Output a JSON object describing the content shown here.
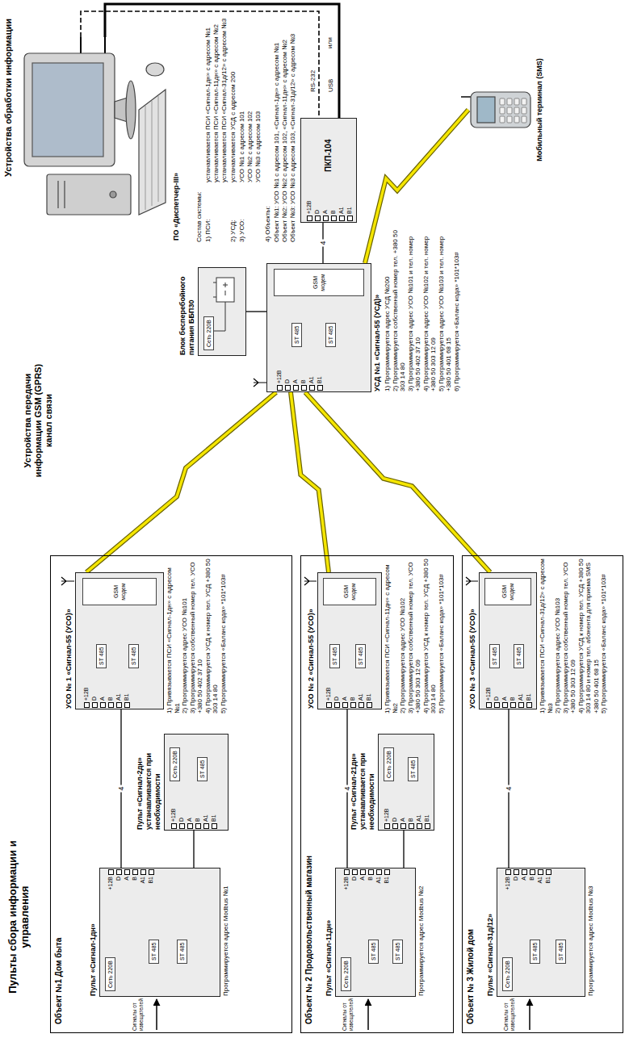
{
  "diagram": {
    "nodes": [
      {
        "text": [
          "Объект №1 Дом быта"
        ]
      },
      {
        "text": [
          "Пульт «Сигнал-1дн»",
          "Программируется адрес Modbus №1"
        ],
        "in": 0
      },
      {
        "text": [
          "Пульт «Сигнал-2дн» устанавливается при необходимости"
        ],
        "in": 0
      },
      {
        "text": [
          "УСО № 1 «Сигнал-55 (УСО)»",
          "1) Привязывается ПСИ «Сигнал-1дн» с адресом №1",
          "2) Программируется адрес УСО №101",
          "3) Программируется собственный номер тел. УСО +380 50 402 37 10",
          "4) Программируется УСД к номер тел. УСД +380 50 303 14 80",
          "5) Программируется «Баланс кода» *101*103#"
        ],
        "in": 0
      },
      {
        "text": [
          "Объект № 2 Продовольственный магазин"
        ]
      },
      {
        "text": [
          "Пульт «Сигнал-11дн»",
          "Программируется адрес Modbus №2"
        ],
        "in": 4
      },
      {
        "text": [
          "Пульт «Сигнал-21дн» устанавливается при необходимости"
        ],
        "in": 4
      },
      {
        "text": [
          "УСО № 2 «Сигнал-55 (УСО)»",
          "1) Привязывается ПСИ «Сигнал-11дн» с адресом №2",
          "2) Программируется адрес УСО №102",
          "3) Программируется собственный номер тел. УСО +380 50 303 12 09",
          "4) Программируется УСД к номер тел. УСД +380 50 303 14 80",
          "5) Программируется «Баланс кода» *101*103#"
        ],
        "in": 4
      },
      {
        "text": [
          "Объект № 3 Жилой дом"
        ]
      },
      {
        "text": [
          "Пульт «Сигнал-31д/12»",
          "Программируется адрес Modbus №3"
        ],
        "in": 8
      },
      {
        "text": [
          "УСО № 3 «Сигнал-55 (УСО)»",
          "1) Привязывается ПСИ «Сигнал-31д/12» с адресом №3",
          "2) Программируется адрес УСО №103",
          "3) Программируется собственный номер тел. УСО +380 50 303 12 09",
          "4) Программируется УСД к номер тел. УСД +380 50 303 14 80 и номер тел. абонента для приема SMS +380 50 401 68 15",
          "5) Программируется «Баланс кода» *101*103#"
        ],
        "in": 8
      },
      {
        "text": [
          "УСД №1 «Сигнал-55 (УСД)»",
          "1) Программируется адрес УСД №200",
          "2) Программируется собственный номер тел. +380 50 303 14 80",
          "3) Программируется адрес УСО №101 и тел. номер +380 50 402 37 10",
          "4) Программируется адрес УСО №102 и тел. номер +380 50 303 12 09",
          "5) Программируется адрес УСО №103 и тел. номер +380 50 401 68 15",
          "6) Программируется «Баланс кода» *101*103#"
        ]
      },
      {
        "text": [
          "Блок бесперебойного питания ББП30"
        ]
      },
      {
        "text": [
          "ПКП-104"
        ]
      },
      {
        "text": [
          "ПО «Диспетчер-III»"
        ]
      },
      {
        "text": [
          "Мобильный терминал (SMS)"
        ]
      }
    ],
    "edges": [
      {
        "from": 1,
        "to": 3,
        "arrow": "none",
        "label": "4"
      },
      {
        "from": 1,
        "to": 2,
        "arrow": "none"
      },
      {
        "from": 5,
        "to": 7,
        "arrow": "none",
        "label": "4"
      },
      {
        "from": 5,
        "to": 6,
        "arrow": "none"
      },
      {
        "from": 9,
        "to": 10,
        "arrow": "none",
        "label": "4"
      },
      {
        "from": 12,
        "to": 11,
        "arrow": "none"
      },
      {
        "from": 11,
        "to": 13,
        "arrow": "none",
        "label": "4"
      },
      {
        "from": 13,
        "to": 14,
        "arrow": "none"
      },
      {
        "from": 11,
        "to": 3,
        "arrow": "none"
      },
      {
        "from": 11,
        "to": 7,
        "arrow": "none"
      },
      {
        "from": 11,
        "to": 10,
        "arrow": "none"
      },
      {
        "from": 11,
        "to": 15,
        "arrow": "none"
      }
    ],
    "labels": [
      "Пульты сбора информации и управления",
      "Устройства передачи информации GSM (GPRS) канал связи",
      "Устройства обработки информации",
      "Состав системы:",
      "1) ПСИ:",
      "устанавливается ПСИ «Сигнал-1дн» с адресом №1",
      "устанавливается ПСИ «Сигнал-11дн» с адресом №2",
      "устанавливается ПСИ «Сигнал-31д/12» с адресом №3",
      "2) УСД:",
      "устанавливается УСД с адресом 200",
      "3) УСО:",
      "УСО №1 с адресом 101",
      "УСО №2 с адресом 102",
      "УСО №3 с адресом 103",
      "4) Объекты:",
      "Объект №1: УСО №1 с адресом 101, «Сигнал-1дн» с адресом №1",
      "Объект №2: УСО №2 с адресом 102, «Сигнал-11дн» с адресом №2",
      "Объект №3: УСО №3 с адресом 103, «Сигнал-31д/12» с адресом №3",
      "RS-232",
      "или",
      "USB",
      "Сеть 220В",
      "ST 485",
      "ST 485",
      "Сигналы от извещателей",
      "Сеть 220В",
      "ST 485",
      "ST 485",
      "ST 485",
      "GSM модем",
      "Сеть 220В",
      "ST 485",
      "ST 485",
      "Сигналы от извещателей",
      "Сеть 220В",
      "ST 485",
      "ST 485",
      "ST 485",
      "GSM модем",
      "Сеть 220В",
      "ST 485",
      "ST 485",
      "Сигналы от извещателей",
      "ST 485",
      "ST 485",
      "GSM модем",
      "ST 485",
      "ST 485",
      "GSM модем",
      "Сеть 220В",
      "+12В",
      "D",
      "A",
      "B",
      "A1",
      "B1",
      "+12В",
      "D",
      "A",
      "B",
      "A1",
      "B1",
      "+12В",
      "D",
      "A",
      "B",
      "A1",
      "B1",
      "+12В",
      "D",
      "A",
      "B",
      "A1",
      "B1",
      "+12В",
      "D",
      "A",
      "B",
      "A1",
      "B1",
      "+12В",
      "D",
      "A",
      "B",
      "A1",
      "B1",
      "+12В",
      "D",
      "A",
      "B",
      "A1",
      "B1",
      "+12В",
      "D",
      "A",
      "B",
      "A1",
      "B1",
      "+12В",
      "D",
      "A",
      "B",
      "A1",
      "B1",
      "+12В",
      "D",
      "A",
      "B",
      "A1",
      "B1"
    ]
  }
}
